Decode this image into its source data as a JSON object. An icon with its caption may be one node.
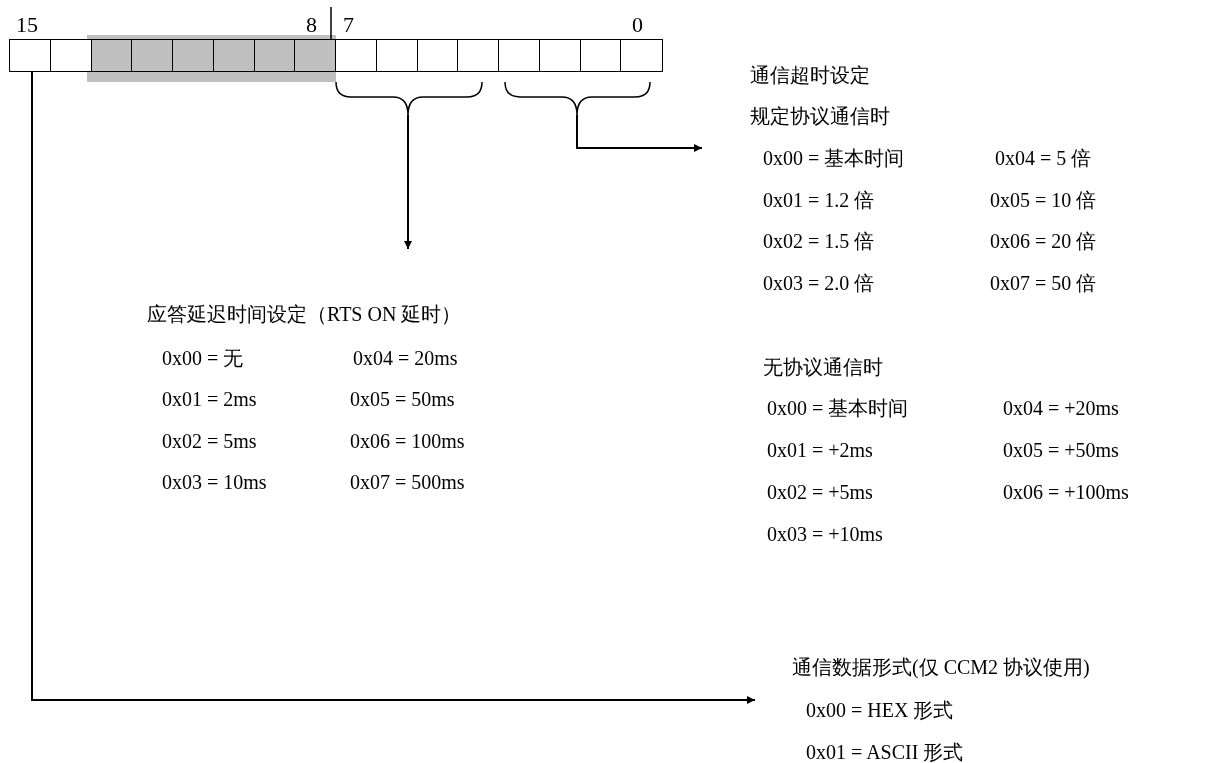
{
  "diagram": {
    "nodes": [
      {
        "text": [],
        "shape": "box"
      },
      {
        "text": [],
        "shape": "box"
      },
      {
        "text": [],
        "shape": "box"
      },
      {
        "text": [],
        "shape": "box"
      },
      {
        "text": [],
        "shape": "box"
      },
      {
        "text": [],
        "shape": "box"
      },
      {
        "text": [],
        "shape": "box"
      },
      {
        "text": [],
        "shape": "box"
      },
      {
        "text": [],
        "shape": "box"
      },
      {
        "text": [],
        "shape": "box"
      },
      {
        "text": [],
        "shape": "box"
      },
      {
        "text": [],
        "shape": "box"
      },
      {
        "text": [],
        "shape": "box"
      },
      {
        "text": [],
        "shape": "box"
      },
      {
        "text": [],
        "shape": "box"
      },
      {
        "text": [],
        "shape": "box"
      },
      {
        "text": [],
        "shape": "bracket"
      },
      {
        "text": [],
        "shape": "bracket"
      },
      {
        "text": [
          "通信超时设定",
          "规定协议通信时",
          "0x00 = 基本时间",
          "0x04 = 5 倍",
          "0x01 = 1.2 倍",
          "0x05 = 10 倍",
          "0x02 = 1.5 倍",
          "0x06 = 20 倍",
          "0x03 = 2.0 倍",
          "0x07 = 50 倍",
          "无协议通信时",
          "0x00 = 基本时间",
          "0x04 = +20ms",
          "0x01 = +2ms",
          "0x05 = +50ms",
          "0x02 = +5ms",
          "0x06 = +100ms",
          "0x03 = +10ms"
        ]
      },
      {
        "text": [
          "应答延迟时间设定（RTS ON 延时）",
          "0x00 = 无",
          "0x04 = 20ms",
          "0x01 = 2ms",
          "0x05 = 50ms",
          "0x02 = 5ms",
          "0x06 = 100ms",
          "0x03 = 10ms",
          "0x07 = 500ms"
        ]
      },
      {
        "text": [
          "通信数据形式(仅 CCM2 协议使用)",
          "0x00 = HEX 形式",
          "0x01 = ASCII 形式"
        ]
      }
    ],
    "edges": [
      {
        "from": 16,
        "to": 19,
        "arrow": "to"
      },
      {
        "from": 17,
        "to": 18,
        "arrow": "to"
      },
      {
        "from": 0,
        "to": 20,
        "arrow": "to"
      }
    ],
    "labels": [
      "15",
      "8",
      "7",
      "0"
    ]
  }
}
